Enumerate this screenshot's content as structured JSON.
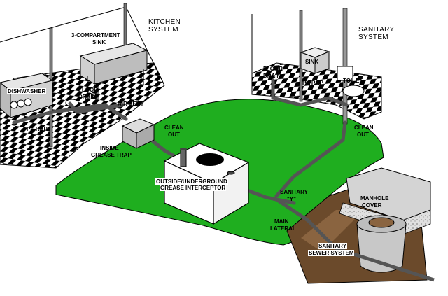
{
  "title_kitchen": [
    "KITCHEN",
    "SYSTEM"
  ],
  "title_sanitary": [
    "SANITARY",
    "SYSTEM"
  ],
  "labels": {
    "three_compartment_sink": [
      "3-COMPARTMENT",
      "SINK"
    ],
    "dishwasher": "DISHWASHER",
    "floor_drain_kitchen": [
      "FLOOR",
      "DRAIN"
    ],
    "air_vent": "AIR VENT",
    "p_trap_kitchen": "P-TRAP",
    "clean_out_kitchen": [
      "CLEAN",
      "OUT"
    ],
    "inside_grease_trap": [
      "INSIDE",
      "GREASE TRAP"
    ],
    "grease_interceptor": [
      "OUTSIDE/UNDERGROUND",
      "GREASE INTERCEPTOR"
    ],
    "floor_drain_sanitary": [
      "FLOOR",
      "DRAIN"
    ],
    "sink": "SINK",
    "p_trap_sanitary": "P-TRAP",
    "toilet": "TOILET",
    "clean_out_sanitary": [
      "CLEAN",
      "OUT"
    ],
    "sanitary_y": [
      "SANITARY",
      "\"Y\""
    ],
    "main_lateral": [
      "MAIN",
      "LATERAL"
    ],
    "manhole_cover": [
      "MANHOLE",
      "COVER"
    ],
    "sanitary_sewer_system": [
      "SANITARY",
      "SEWER SYSTEM"
    ]
  },
  "colors": {
    "lawn": "#1fae1f",
    "pipe": "#555555",
    "soil": "#6b4a2b",
    "concrete": "#d4d4d4",
    "checker_dark": "#000000",
    "checker_light": "#ffffff"
  }
}
